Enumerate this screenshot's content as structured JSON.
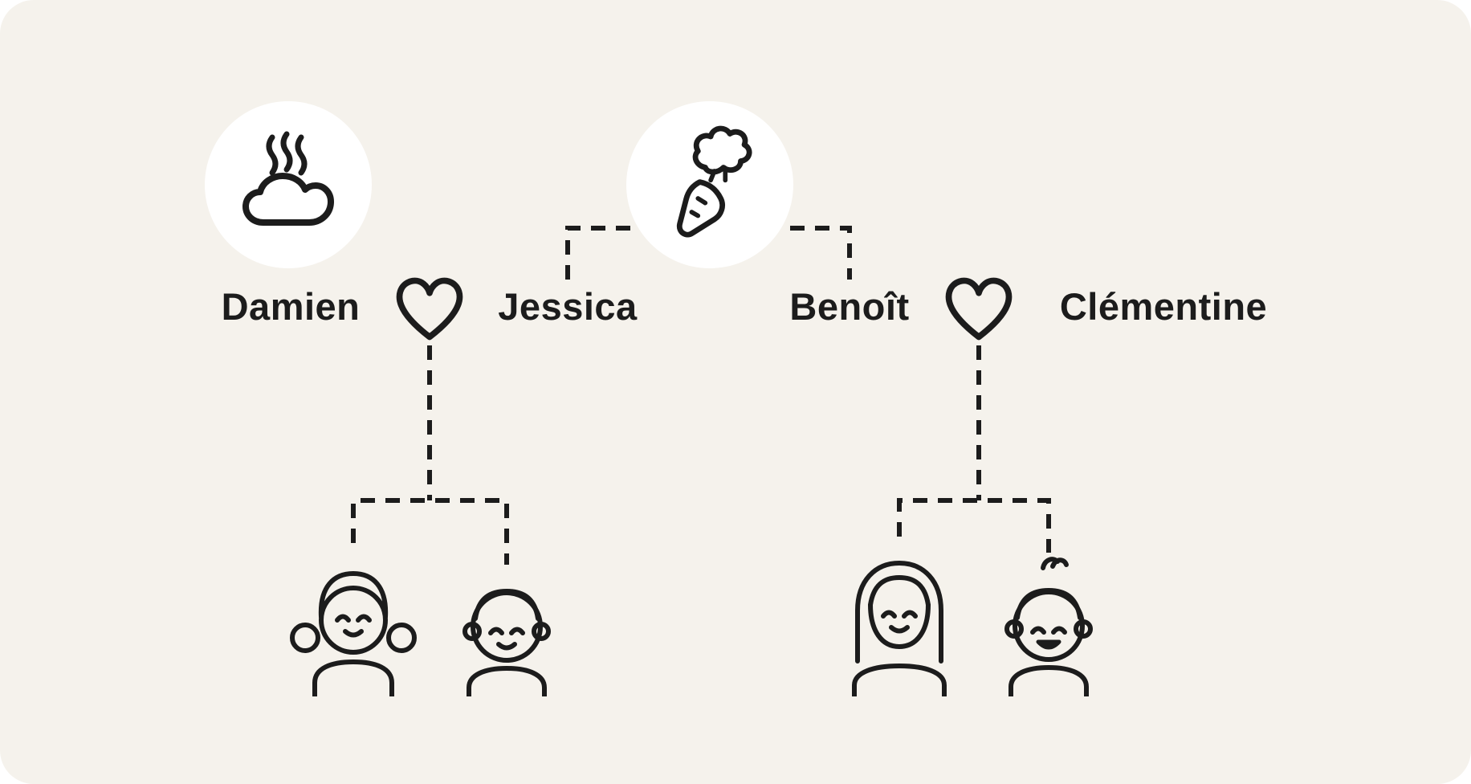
{
  "colors": {
    "page_bg": "#ffffff",
    "card_bg": "#f5f2ec",
    "badge_bg": "#ffffff",
    "ink": "#1c1c1c"
  },
  "diagram_type": "family-tree",
  "badges": [
    {
      "icon": "steam-cloud-icon"
    },
    {
      "icon": "carrot-icon"
    }
  ],
  "families": [
    {
      "parent_left": "Damien",
      "relation_icon": "heart-icon",
      "parent_right": "Jessica",
      "children_icons": [
        "girl-with-pigtails-icon",
        "boy-short-hair-icon"
      ]
    },
    {
      "parent_left": "Benoît",
      "relation_icon": "heart-icon",
      "parent_right": "Clémentine",
      "children_icons": [
        "girl-long-hair-icon",
        "boy-spiky-hair-icon"
      ]
    }
  ]
}
